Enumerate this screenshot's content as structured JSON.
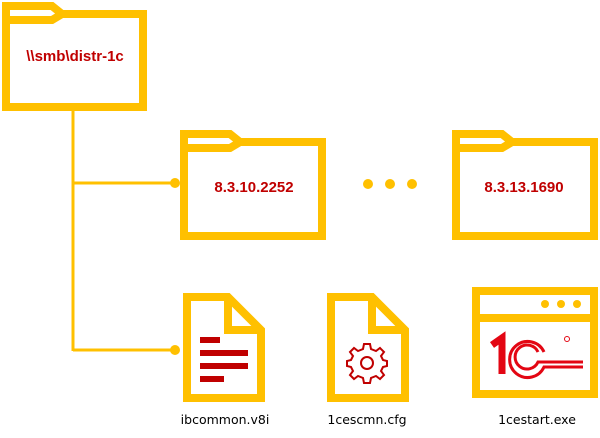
{
  "root_folder": {
    "label": "\\\\smb\\distr-1c",
    "icon": "folder-icon"
  },
  "version_folders": [
    {
      "label": "8.3.10.2252",
      "icon": "folder-icon"
    },
    {
      "label": "8.3.13.1690",
      "icon": "folder-icon"
    }
  ],
  "ellipsis": "...",
  "files": [
    {
      "label": "ibcommon.v8i",
      "icon": "text-file-icon"
    },
    {
      "label": "1cescmn.cfg",
      "icon": "config-file-icon"
    },
    {
      "label": "1cestart.exe",
      "icon": "1c-application-window-icon"
    }
  ],
  "colors": {
    "accent": "#FFC000",
    "text_red": "#C00000"
  }
}
